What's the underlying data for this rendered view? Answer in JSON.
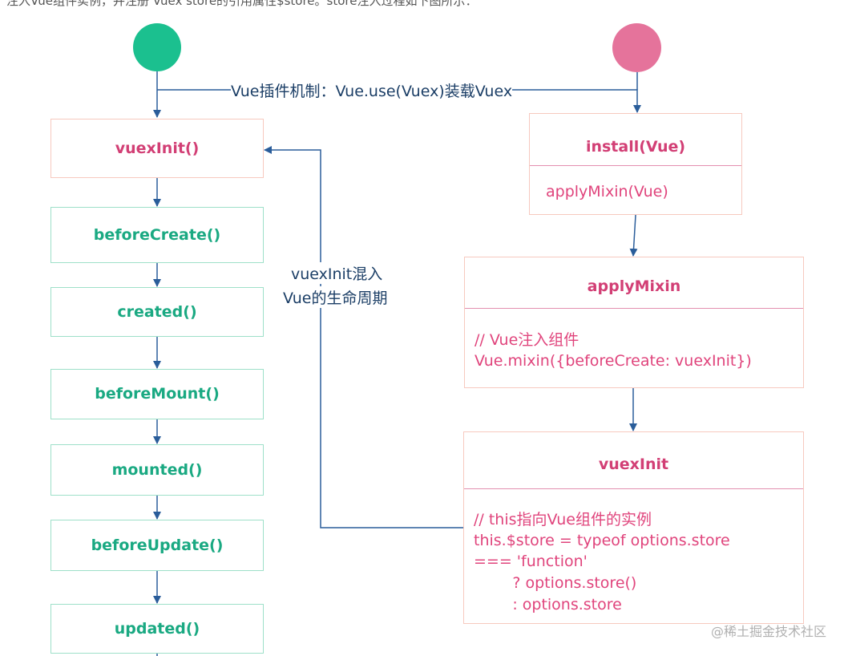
{
  "page_intro": "注入Vue组件实例，并注册 Vuex store的引用属性$store。store注入过程如下图所示：",
  "circles": {
    "start_color": "#1bc08f",
    "end_color": "#e5739b"
  },
  "edge_labels": {
    "plugin_mechanism": "Vue插件机制：Vue.use(Vuex)装载Vuex",
    "mixin_line1": "vuexInit混入",
    "mixin_line2": "Vue的生命周期"
  },
  "lifecycle": [
    "vuexInit()",
    "beforeCreate()",
    "created()",
    "beforeMount()",
    "mounted()",
    "beforeUpdate()",
    "updated()"
  ],
  "install_box": {
    "title": "install(Vue)",
    "body": "applyMixin(Vue)"
  },
  "apply_mixin_box": {
    "title": "applyMixin",
    "lines": [
      "// Vue注入组件",
      "Vue.mixin({beforeCreate: vuexInit})"
    ]
  },
  "vuex_init_box": {
    "title": "vuexInit",
    "lines": [
      "// this指向Vue组件的实例",
      "this.$store = typeof options.store",
      "=== 'function'",
      "        ? options.store()",
      "        : options.store"
    ]
  },
  "watermark": "@稀土掘金技术社区"
}
